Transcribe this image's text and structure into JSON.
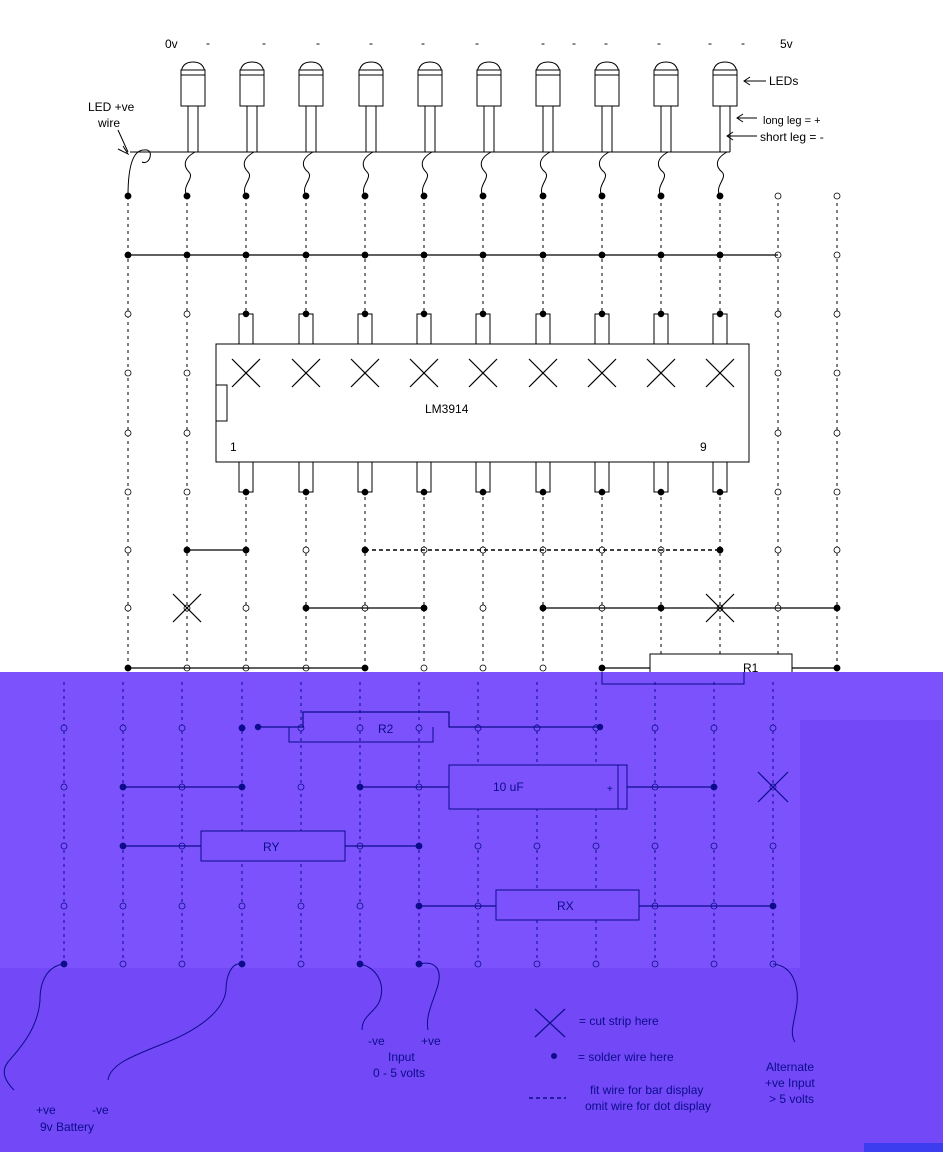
{
  "header": {
    "left_voltage": "0v",
    "right_voltage": "5v",
    "minus_sign": "-"
  },
  "labels": {
    "leds": "LEDs",
    "led_wire_line1": "LED +ve",
    "led_wire_line2": "wire",
    "long_leg": "long leg = +",
    "short_leg": "short leg = -",
    "chip": "LM3914",
    "pin1": "1",
    "pin9": "9",
    "r1": "R1",
    "r2": "R2",
    "cap": "10 uF",
    "cap_plus": "+",
    "ry": "RY",
    "rx": "RX",
    "battery_pos": "+ve",
    "battery_neg": "-ve",
    "battery_name": "9v Battery",
    "input_neg": "-ve",
    "input_pos": "+ve",
    "input_name": "Input",
    "input_range": "0 - 5 volts",
    "alt_line1": "Alternate",
    "alt_line2": "+ve  Input",
    "alt_line3": "> 5 volts"
  },
  "legend": {
    "cut": "= cut strip here",
    "solder": "= solder wire here",
    "bar_line1": "fit wire for bar display",
    "bar_line2": "omit wire for dot display"
  },
  "colors": {
    "overlay": "#7b52fb",
    "ink": "#000000",
    "overlay_ink": "#0c0c8c"
  }
}
